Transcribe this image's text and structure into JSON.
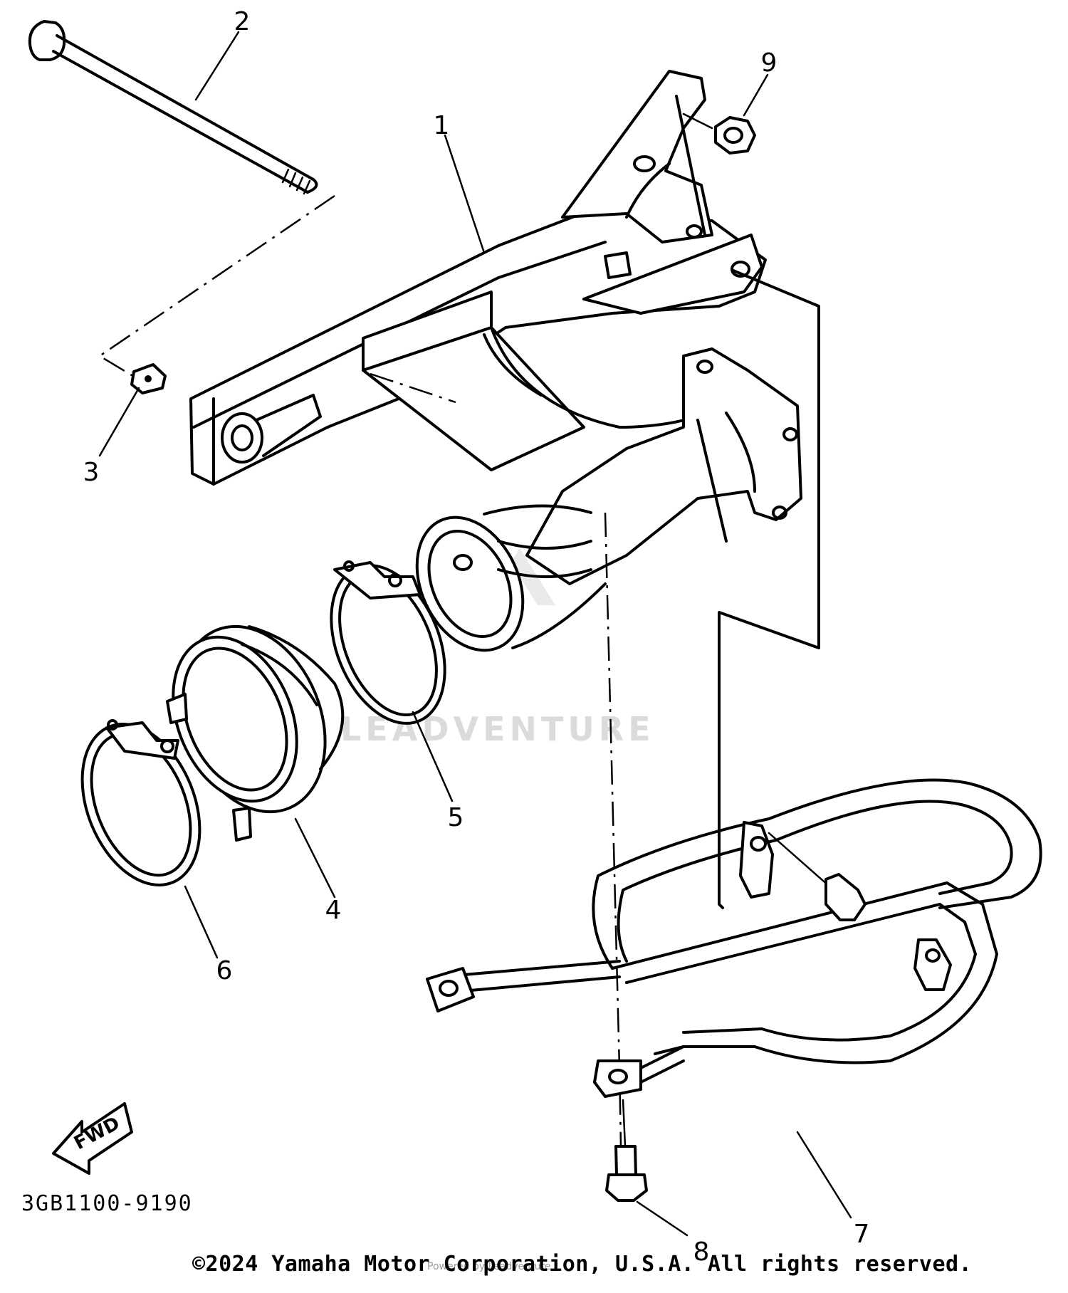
{
  "diagram": {
    "part_numbers": [
      "1",
      "2",
      "3",
      "4",
      "5",
      "6",
      "7",
      "8",
      "9"
    ],
    "direction_marker": "FWD",
    "drawing_code": "3GB1100-9190",
    "watermark": "LEADVENTURE",
    "powered_by": "Powered by Leadventure",
    "copyright": "©2024 Yamaha Motor Corporation, U.S.A. All rights reserved."
  }
}
